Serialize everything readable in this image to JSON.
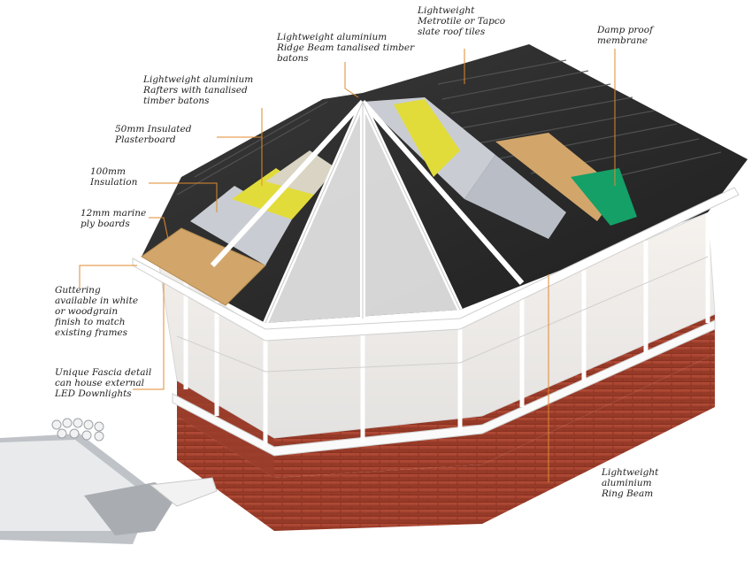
{
  "labels": {
    "ridge_beam": "Lightweight aluminium\nRidge Beam tanalised timber\nbatons",
    "slate_tiles": "Lightweight\nMetrotile or Tapco\nslate roof tiles",
    "damp_proof": "Damp proof\nmembrane",
    "rafters": "Lightweight aluminium\nRafters with tanalised\ntimber batons",
    "plasterboard": "50mm Insulated\nPlasterboard",
    "insulation": "100mm\nInsulation",
    "ply_boards": "12mm marine\nply boards",
    "guttering": "Guttering\navailable in white\nor woodgrain\nfinish to match\nexisting frames",
    "fascia": "Unique Fascia detail\ncan house external\nLED Downlights",
    "ring_beam": "Lightweight\naluminium\nRing Beam"
  },
  "colors": {
    "roof_tiles": "#2b2b2b",
    "ply_board": "#d2a66a",
    "insulation": "#e2dc3a",
    "membrane": "#14a067",
    "foil": "#c9cdd3",
    "brick": "#a4412f",
    "frame": "#ffffff",
    "leader_line": "#e08a2e"
  }
}
